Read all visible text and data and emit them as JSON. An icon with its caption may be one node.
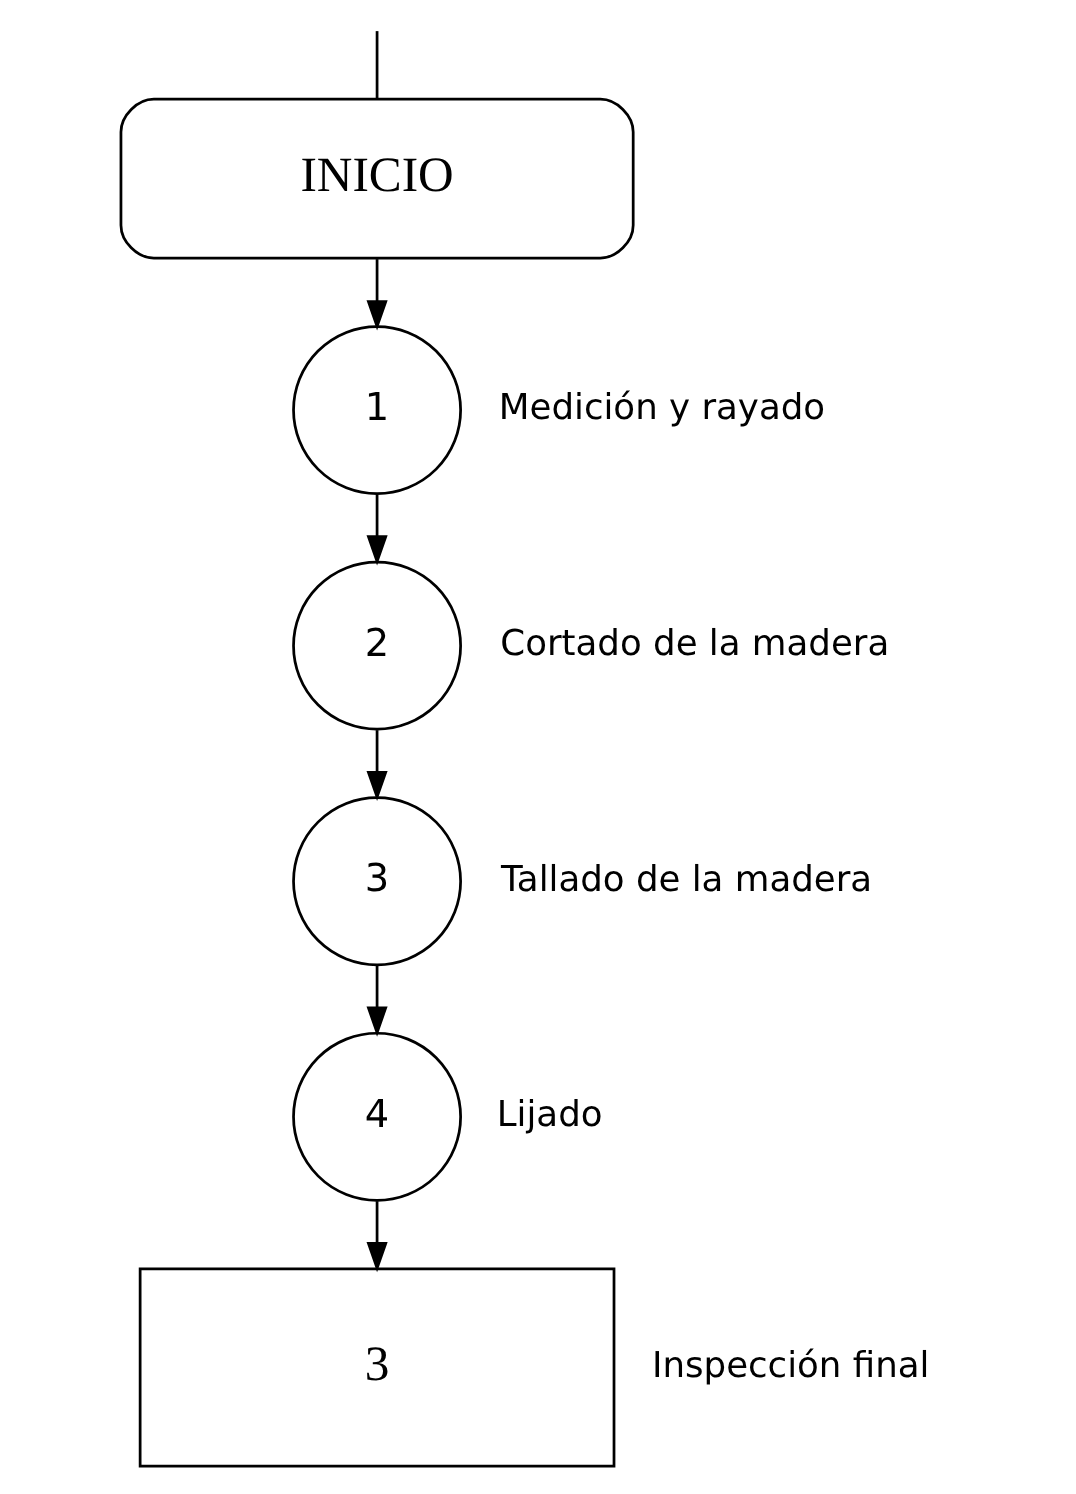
{
  "diagram": {
    "nodes": [
      {
        "text": [
          "INICIO"
        ]
      },
      {
        "text": [
          "1"
        ],
        "beside": [
          "Medición y rayado"
        ]
      },
      {
        "text": [
          "2"
        ],
        "beside": [
          "Cortado de la madera"
        ]
      },
      {
        "text": [
          "3"
        ],
        "beside": [
          "Tallado de la madera"
        ]
      },
      {
        "text": [
          "4"
        ],
        "beside": [
          "Lijado"
        ]
      },
      {
        "text": [
          "3"
        ],
        "beside": [
          "Inspección final"
        ]
      }
    ],
    "edges": [
      {
        "from": null,
        "to": 0,
        "arrow": "none"
      },
      {
        "from": 0,
        "to": 1,
        "arrow": "to"
      },
      {
        "from": 1,
        "to": 2,
        "arrow": "to"
      },
      {
        "from": 2,
        "to": 3,
        "arrow": "to"
      },
      {
        "from": 3,
        "to": 4,
        "arrow": "to"
      },
      {
        "from": 4,
        "to": 5,
        "arrow": "to"
      }
    ]
  }
}
